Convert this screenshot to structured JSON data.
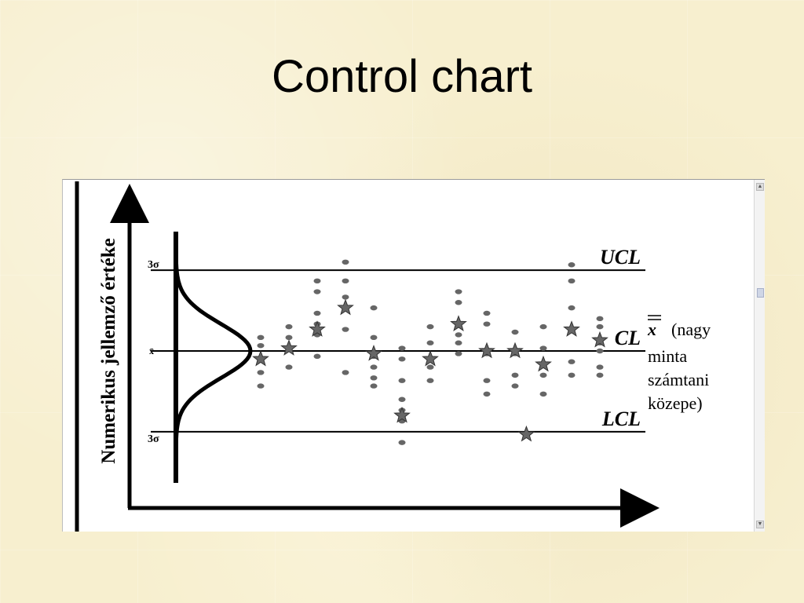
{
  "slide": {
    "title": "Control chart"
  },
  "colors": {
    "background": "#f7efcf",
    "panel": "#ffffff",
    "axis": "#000000",
    "marker": "#666666"
  },
  "chart_data": {
    "type": "scatter",
    "title": "Control chart",
    "ylabel": "Numerikus jellemző értéke",
    "xlabel": "",
    "control_limits": [
      {
        "label": "UCL",
        "value": 3
      },
      {
        "label": "CL",
        "value": 0
      },
      {
        "label": "LCL",
        "value": -3
      }
    ],
    "y_tick_labels": {
      "upper": "3σ",
      "center": "x̄",
      "lower": "3σ"
    },
    "cl_annotation": {
      "symbol": "x",
      "lines": [
        "(nagy",
        "minta",
        "számtani",
        "közepe)"
      ]
    },
    "ylim": [
      -4.5,
      4.5
    ],
    "distribution_curve": "normal",
    "subgroups": [
      {
        "x": 1,
        "points": [
          0.5,
          0.2,
          -0.3,
          -0.8,
          -1.3
        ],
        "mean": -0.3
      },
      {
        "x": 2,
        "points": [
          0.9,
          0.5,
          0.1,
          -0.6
        ],
        "mean": 0.1
      },
      {
        "x": 3,
        "points": [
          2.6,
          2.2,
          1.4,
          1.0,
          0.6,
          -0.2
        ],
        "mean": 0.8
      },
      {
        "x": 4,
        "points": [
          3.3,
          2.6,
          2.0,
          0.8,
          -0.8
        ],
        "mean": 1.6
      },
      {
        "x": 5,
        "points": [
          1.6,
          0.5,
          -0.2,
          -0.6,
          -1.0,
          -1.3
        ],
        "mean": -0.1
      },
      {
        "x": 6,
        "points": [
          0.1,
          -0.3,
          -1.1,
          -1.8,
          -2.2,
          -2.6,
          -3.4
        ],
        "mean": -2.4
      },
      {
        "x": 7,
        "points": [
          0.9,
          0.3,
          -0.6,
          -1.1
        ],
        "mean": -0.3
      },
      {
        "x": 8,
        "points": [
          2.2,
          1.8,
          0.6,
          0.3,
          -0.1
        ],
        "mean": 1.0
      },
      {
        "x": 9,
        "points": [
          1.4,
          1.0,
          -0.1,
          -1.1,
          -1.6
        ],
        "mean": 0.0
      },
      {
        "x": 10,
        "points": [
          0.7,
          -0.1,
          -0.9,
          -1.3
        ],
        "mean": 0.0
      },
      {
        "x": 11,
        "points": [
          0.9,
          0.1,
          -0.9,
          -1.6
        ],
        "mean": -0.5
      },
      {
        "x": 12,
        "points": [
          3.2,
          2.6,
          1.6,
          0.8,
          -0.4,
          -0.9
        ],
        "mean": 0.8
      },
      {
        "x": 13,
        "points": [
          1.2,
          0.9,
          0.3,
          0.0,
          -0.6,
          -0.9
        ],
        "mean": 0.4
      }
    ],
    "extra_marker": {
      "x": 10.4,
      "value": -3.1
    }
  }
}
